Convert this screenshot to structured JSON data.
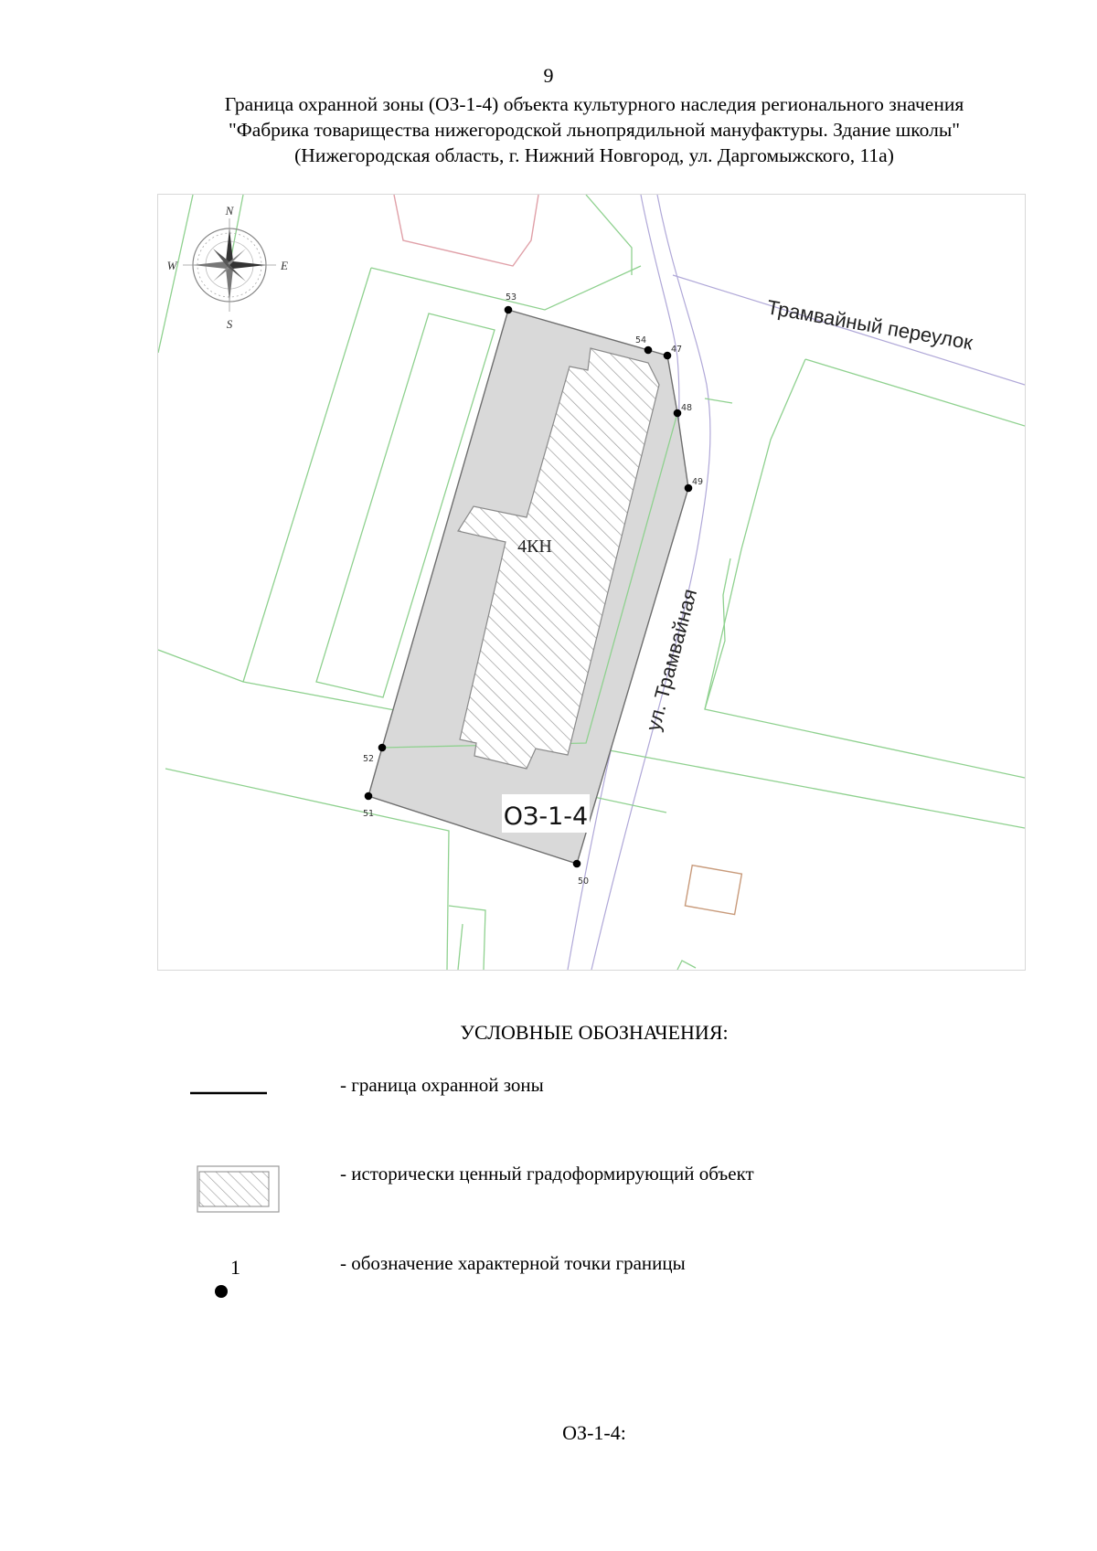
{
  "page": {
    "number": "9",
    "title_lines": [
      "Граница охранной зоны (ОЗ-1-4) объекта культурного наследия регионального значения",
      "\"Фабрика товарищества нижегородской льнопрядильной мануфактуры. Здание школы\"",
      "(Нижегородская область, г. Нижний Новгород, ул. Даргомыжского, 11а)"
    ]
  },
  "map": {
    "compass": {
      "n": "N",
      "e": "E",
      "s": "S",
      "w": "W"
    },
    "street_tram_lane": "Трамвайный переулок",
    "street_tram": "ул. Трамвайная",
    "building_code": "4КН",
    "zone_label": "ОЗ-1-4",
    "points": [
      {
        "id": "47",
        "label": "47"
      },
      {
        "id": "48",
        "label": "48"
      },
      {
        "id": "49",
        "label": "49"
      },
      {
        "id": "50",
        "label": "50"
      },
      {
        "id": "51",
        "label": "51"
      },
      {
        "id": "52",
        "label": "52"
      },
      {
        "id": "53",
        "label": "53"
      },
      {
        "id": "54",
        "label": "54"
      }
    ],
    "colors": {
      "zone_fill": "#d9d9d9",
      "zone_border": "#6e6e6e",
      "parcel_lines": "#8fd18f",
      "building_outline_pink": "#e0a0a8",
      "building_outline_brown": "#c89a7a",
      "street_lines": "#b0a8d8"
    }
  },
  "legend": {
    "heading": "УСЛОВНЫЕ ОБОЗНАЧЕНИЯ:",
    "items": [
      {
        "symbol": "line",
        "text": "- граница охранной зоны"
      },
      {
        "symbol": "hatch",
        "text": "- исторически ценный градоформирующий объект"
      },
      {
        "symbol": "point",
        "point_label": "1",
        "text": "- обозначение характерной точки границы"
      }
    ]
  },
  "footer": {
    "label": "ОЗ-1-4:"
  }
}
